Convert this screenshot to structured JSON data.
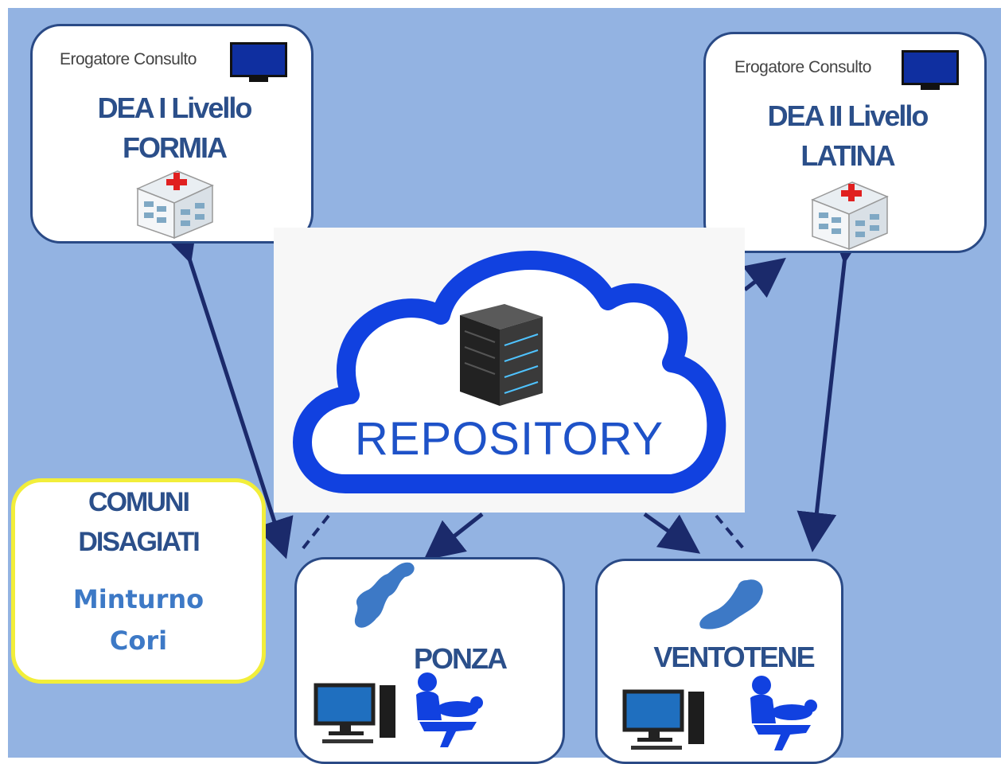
{
  "nodes": {
    "formia": {
      "subtitle": "Erogatore Consulto",
      "line1": "DEA I Livello",
      "line2": "FORMIA"
    },
    "latina": {
      "subtitle": "Erogatore Consulto",
      "line1": "DEA II Livello",
      "line2": "LATINA"
    },
    "repository": {
      "label": "REPOSITORY"
    },
    "comuni": {
      "line1": "COMUNI",
      "line2": "DISAGIATI",
      "town1": "Minturno",
      "town2": "Cori"
    },
    "ponza": {
      "label": "PONZA"
    },
    "ventotene": {
      "label": "VENTOTENE"
    }
  },
  "colors": {
    "background": "#93b3e2",
    "arrow": "#1b2a6b",
    "cloud_blue": "#1141e0",
    "title_blue": "#2b4f8a",
    "comuni_border": "#f2ee3a",
    "town_blue": "#3d79c6"
  }
}
